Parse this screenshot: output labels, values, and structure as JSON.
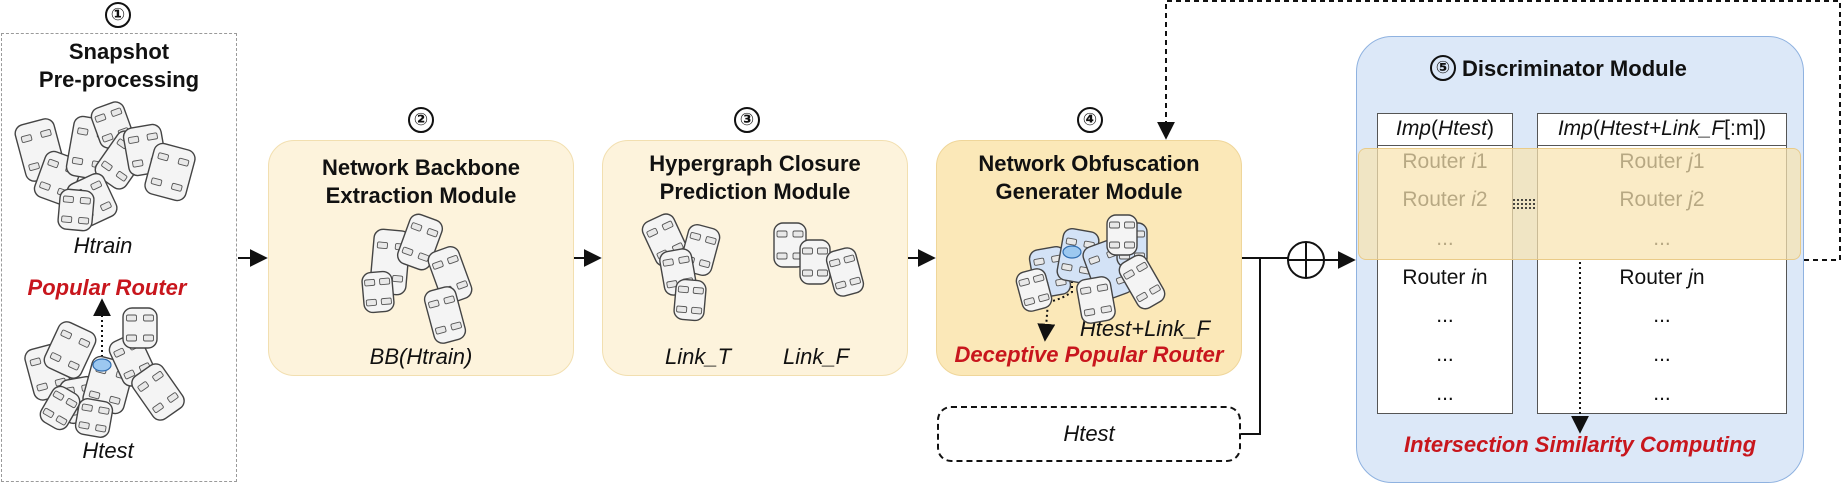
{
  "step1": {
    "num": "①",
    "title_line1": "Snapshot",
    "title_line2": "Pre-processing",
    "htrain_label": "Htrain",
    "popular_router": "Popular Router",
    "htest_label": "Htest"
  },
  "step2": {
    "num": "②",
    "title_line1": "Network Backbone",
    "title_line2": "Extraction Module",
    "caption": "BB(Htrain)"
  },
  "step3": {
    "num": "③",
    "title_line1": "Hypergraph Closure",
    "title_line2": "Prediction Module",
    "link_t": "Link_T",
    "link_f": "Link_F"
  },
  "step4": {
    "num": "④",
    "title_line1": "Network Obfuscation",
    "title_line2": "Generater Module",
    "combined_label": "Htest+Link_F",
    "deceptive_router": "Deceptive Popular Router"
  },
  "htest_input": {
    "label": "Htest"
  },
  "step5": {
    "num": "⑤",
    "title": "Discriminator Module",
    "left_header": {
      "fn": "Imp",
      "arg": "Htest",
      "open": "(",
      "close": ")"
    },
    "right_header": {
      "fn": "Imp",
      "open": "(",
      "arg": "Htest+Link_F",
      "suffix": "[:m])"
    },
    "left_rows": [
      {
        "pre": "Router ",
        "var": "i",
        "idx": "1"
      },
      {
        "pre": "Router ",
        "var": "i",
        "idx": "2"
      },
      {
        "pre": "...",
        "var": "",
        "idx": ""
      },
      {
        "pre": "Router ",
        "var": "i",
        "idx": "n"
      },
      {
        "pre": "...",
        "var": "",
        "idx": ""
      },
      {
        "pre": "...",
        "var": "",
        "idx": ""
      },
      {
        "pre": "...",
        "var": "",
        "idx": ""
      }
    ],
    "right_rows": [
      {
        "pre": "Router ",
        "var": "j",
        "idx": "1"
      },
      {
        "pre": "Router ",
        "var": "j",
        "idx": "2"
      },
      {
        "pre": "...",
        "var": "",
        "idx": ""
      },
      {
        "pre": "Router ",
        "var": "j",
        "idx": "n"
      },
      {
        "pre": "...",
        "var": "",
        "idx": ""
      },
      {
        "pre": "...",
        "var": "",
        "idx": ""
      },
      {
        "pre": "...",
        "var": "",
        "idx": ""
      }
    ],
    "footer": "Intersection Similarity Computing"
  },
  "colors": {
    "module_fill": "#fdf3dc",
    "module_border": "#f2dfb0",
    "module4_fill": "#fbe8b8",
    "discriminator_fill": "#dce8f8",
    "discriminator_border": "#8fb2e0",
    "highlight_fill": "#f8e3b0",
    "accent_red": "#c8161d",
    "node_blue": "#9cc8f0"
  },
  "operator": "⊕"
}
